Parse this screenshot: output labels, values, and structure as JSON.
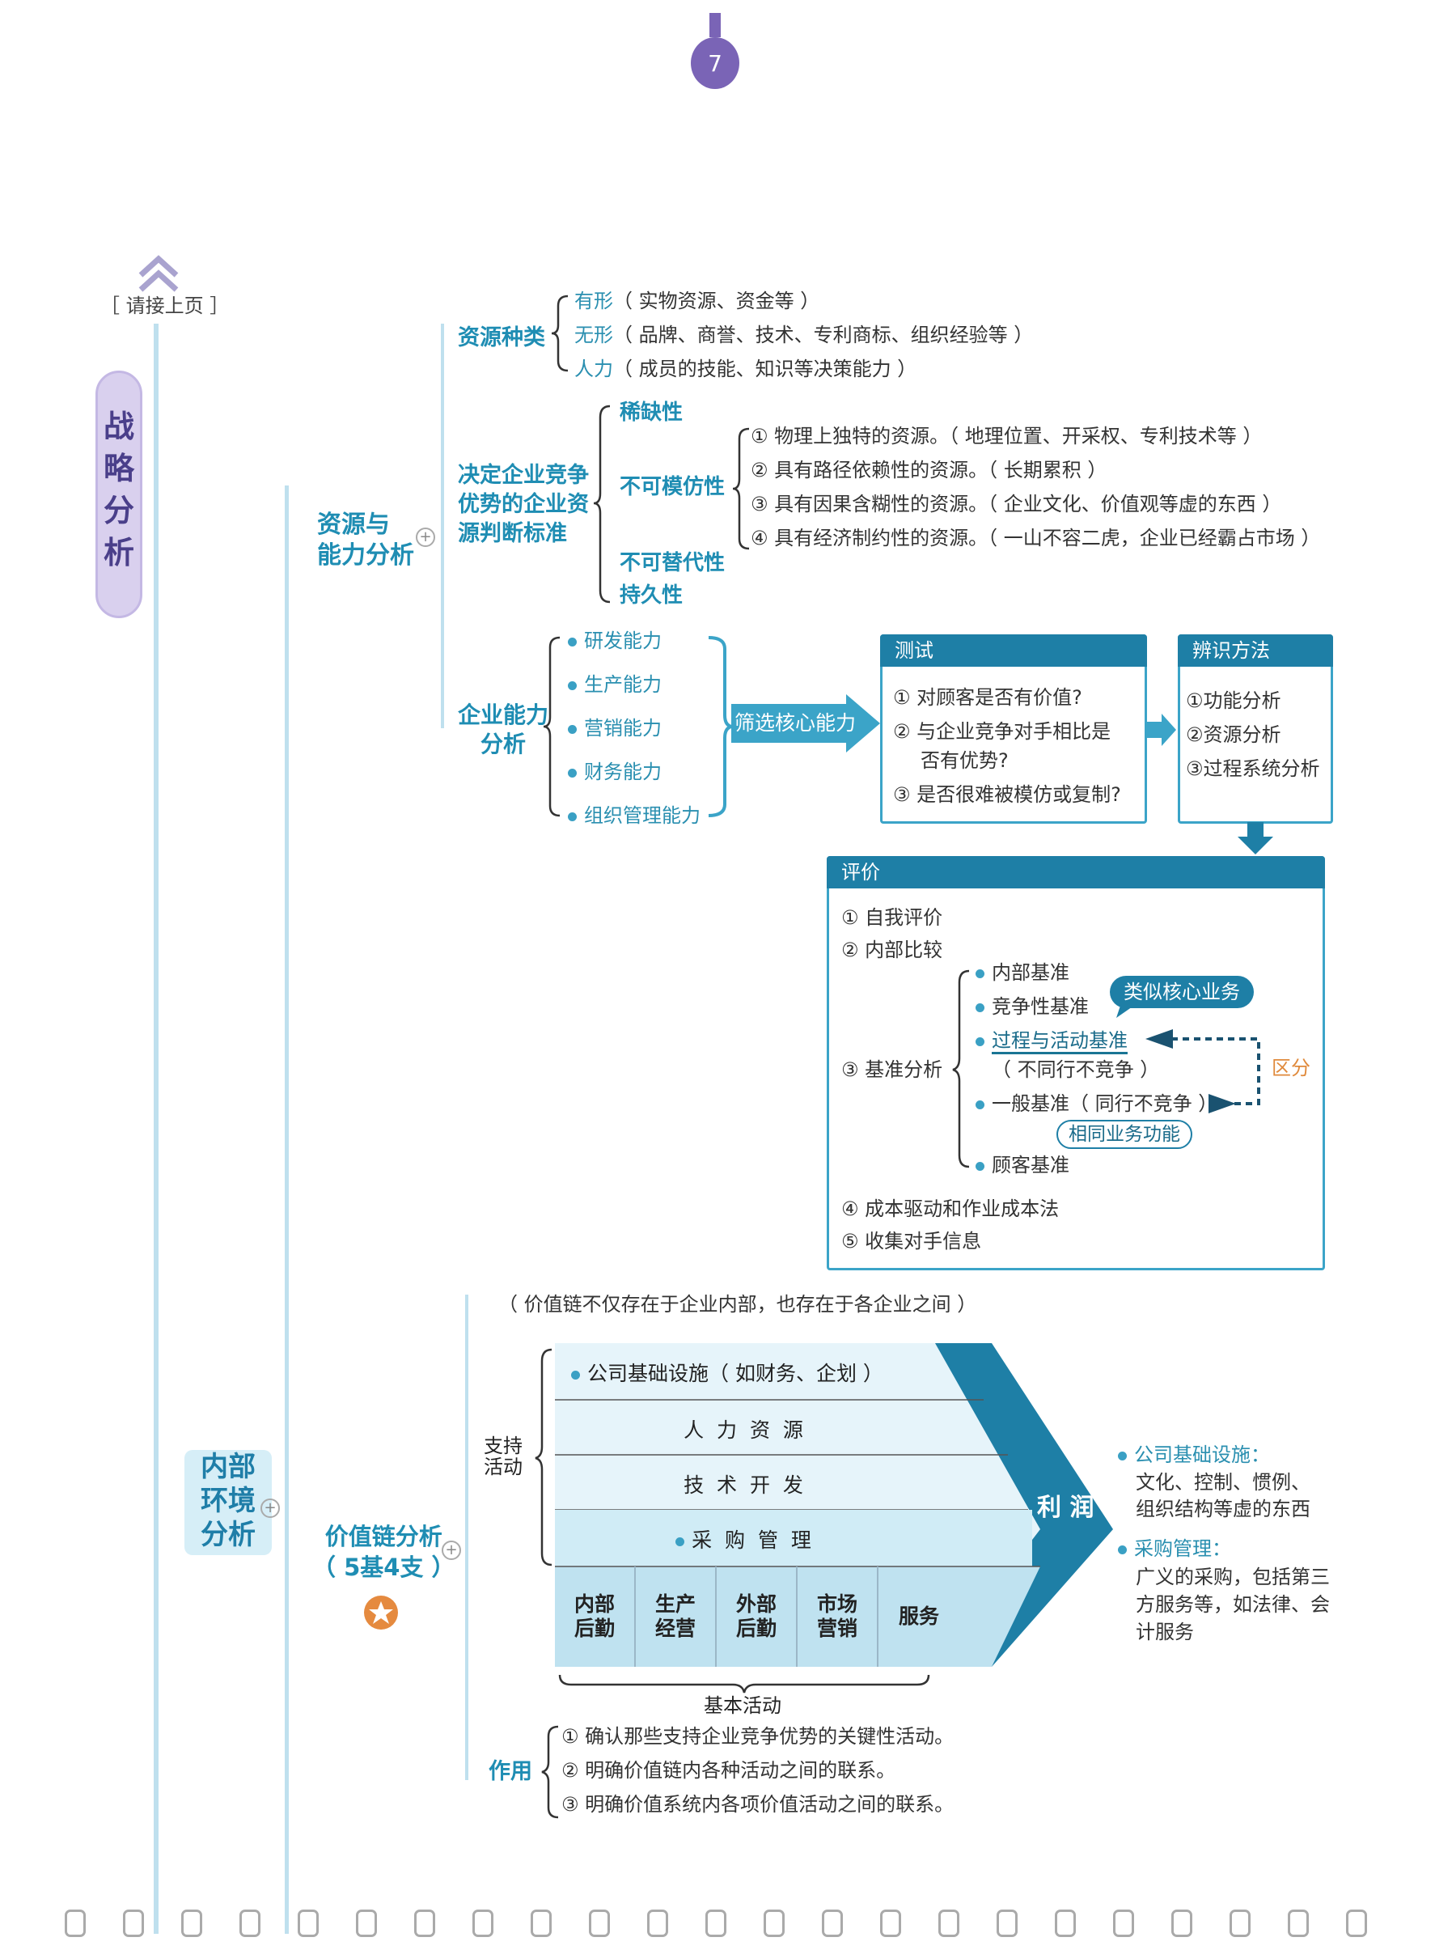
{
  "page": {
    "number": "7",
    "continue_label": "［ 请接上页 ］"
  },
  "root": {
    "title_chars": [
      "战",
      "略",
      "分",
      "析"
    ],
    "branch": "内部\n环境\n分析"
  },
  "resources": {
    "title": "资源与\n能力分析",
    "types": {
      "label": "资源种类",
      "items": [
        {
          "term": "有形",
          "desc": "（ 实物资源、资金等 ）"
        },
        {
          "term": "无形",
          "desc": "（ 品牌、商誉、技术、专利商标、组织经验等 ）"
        },
        {
          "term": "人力",
          "desc": "（ 成员的技能、知识等决策能力 ）"
        }
      ]
    },
    "criteria": {
      "label": "决定企业竞争\n优势的企业资\n源判断标准",
      "scarcity": "稀缺性",
      "inimitability": "不可模仿性",
      "inimitable_items": [
        "① 物理上独特的资源。（ 地理位置、开采权、专利技术等 ）",
        "② 具有路径依赖性的资源。（ 长期累积 ）",
        "③ 具有因果含糊性的资源。（ 企业文化、价值观等虚的东西 ）",
        "④ 具有经济制约性的资源。（ 一山不容二虎，企业已经霸占市场 ）"
      ],
      "non_substitutability": "不可替代性",
      "durability": "持久性"
    },
    "capability": {
      "label": "企业能力\n分析",
      "items": [
        "研发能力",
        "生产能力",
        "营销能力",
        "财务能力",
        "组织管理能力"
      ],
      "arrow_label": "筛选核心能力",
      "test": {
        "title": "测试",
        "items": [
          "① 对顾客是否有价值?",
          "② 与企业竞争对手相比是",
          "否有优势?",
          "③ 是否很难被模仿或复制?"
        ]
      },
      "identify": {
        "title": "辨识方法",
        "items": [
          "①功能分析",
          "②资源分析",
          "③过程系统分析"
        ]
      },
      "evaluation": {
        "title": "评价",
        "item1": "① 自我评价",
        "item2": "② 内部比较",
        "item3": "③ 基准分析",
        "benchmarks": {
          "internal": "内部基准",
          "competitive": "竞争性基准",
          "process": "过程与活动基准",
          "process_note": "（ 不同行不竞争 ）",
          "general": "一般基准（ 同行不竞争 ）",
          "customer": "顾客基准"
        },
        "tag_similar": "类似核心业务",
        "tag_same_function": "相同业务功能",
        "distinguish": "区分",
        "item4": "④ 成本驱动和作业成本法",
        "item5": "⑤ 收集对手信息"
      }
    }
  },
  "value_chain": {
    "title": "价值链分析\n（ 5基4支 ）",
    "note": "（ 价值链不仅存在于企业内部，也存在于各企业之间 ）",
    "support_label": "支持\n活动",
    "support_rows": [
      "公司基础设施（ 如财务、企划 ）",
      "人 力 资 源",
      "技 术 开 发",
      "采 购 管 理"
    ],
    "primary": [
      "内部\n后勤",
      "生产\n经营",
      "外部\n后勤",
      "市场\n营销",
      "服务"
    ],
    "primary_label": "基本活动",
    "profit": "利 润",
    "side_notes": {
      "infra_title": "公司基础设施",
      "infra_body": "文化、控制、惯例、\n组织结构等虚的东西",
      "procurement_title": "采购管理",
      "procurement_body": "广义的采购，包括第三\n方服务等，如法律、会\n计服务"
    },
    "roles": {
      "label": "作用",
      "items": [
        "① 确认那些支持企业竞争优势的关键性活动。",
        "② 明确价值链内各种活动之间的联系。",
        "③  明确价值系统内各项价值活动之间的联系。"
      ]
    }
  },
  "colors": {
    "primary": "#1e7fa6",
    "light": "#d6eef7",
    "accent": "#e08a3c",
    "purple": "#6e5aa8"
  }
}
